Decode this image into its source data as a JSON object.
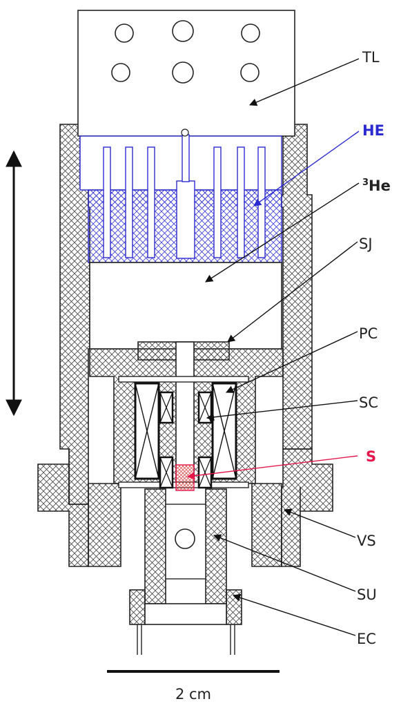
{
  "labels": {
    "tl": "TL",
    "he": "HE",
    "he3_sup": "3",
    "he3_main": "He",
    "sj": "SJ",
    "pc": "PC",
    "sc": "SC",
    "s": "S",
    "vs": "VS",
    "su": "SU",
    "ec": "EC"
  },
  "scale_bar": {
    "text": "2 cm"
  },
  "colors": {
    "line": "#222222",
    "heat_exchanger": "#2a2ad0",
    "sample": "#e8154a",
    "sample_fill": "#f07070"
  }
}
